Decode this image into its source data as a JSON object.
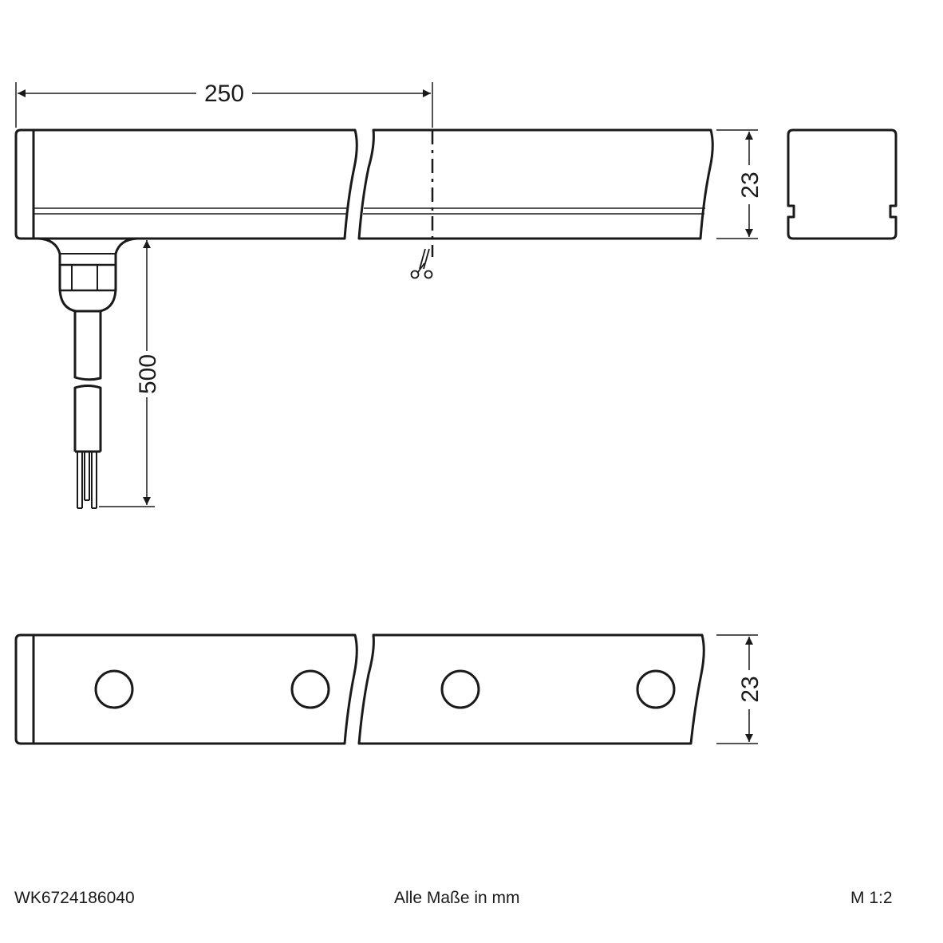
{
  "dimensions": {
    "length": "250",
    "cable_length": "500",
    "height_side": "23",
    "height_top": "23"
  },
  "footer": {
    "article_number": "WK6724186040",
    "units_note": "Alle Maße in mm",
    "scale": "M 1:2"
  },
  "icons": {
    "cut_mark": "scissors-icon"
  }
}
